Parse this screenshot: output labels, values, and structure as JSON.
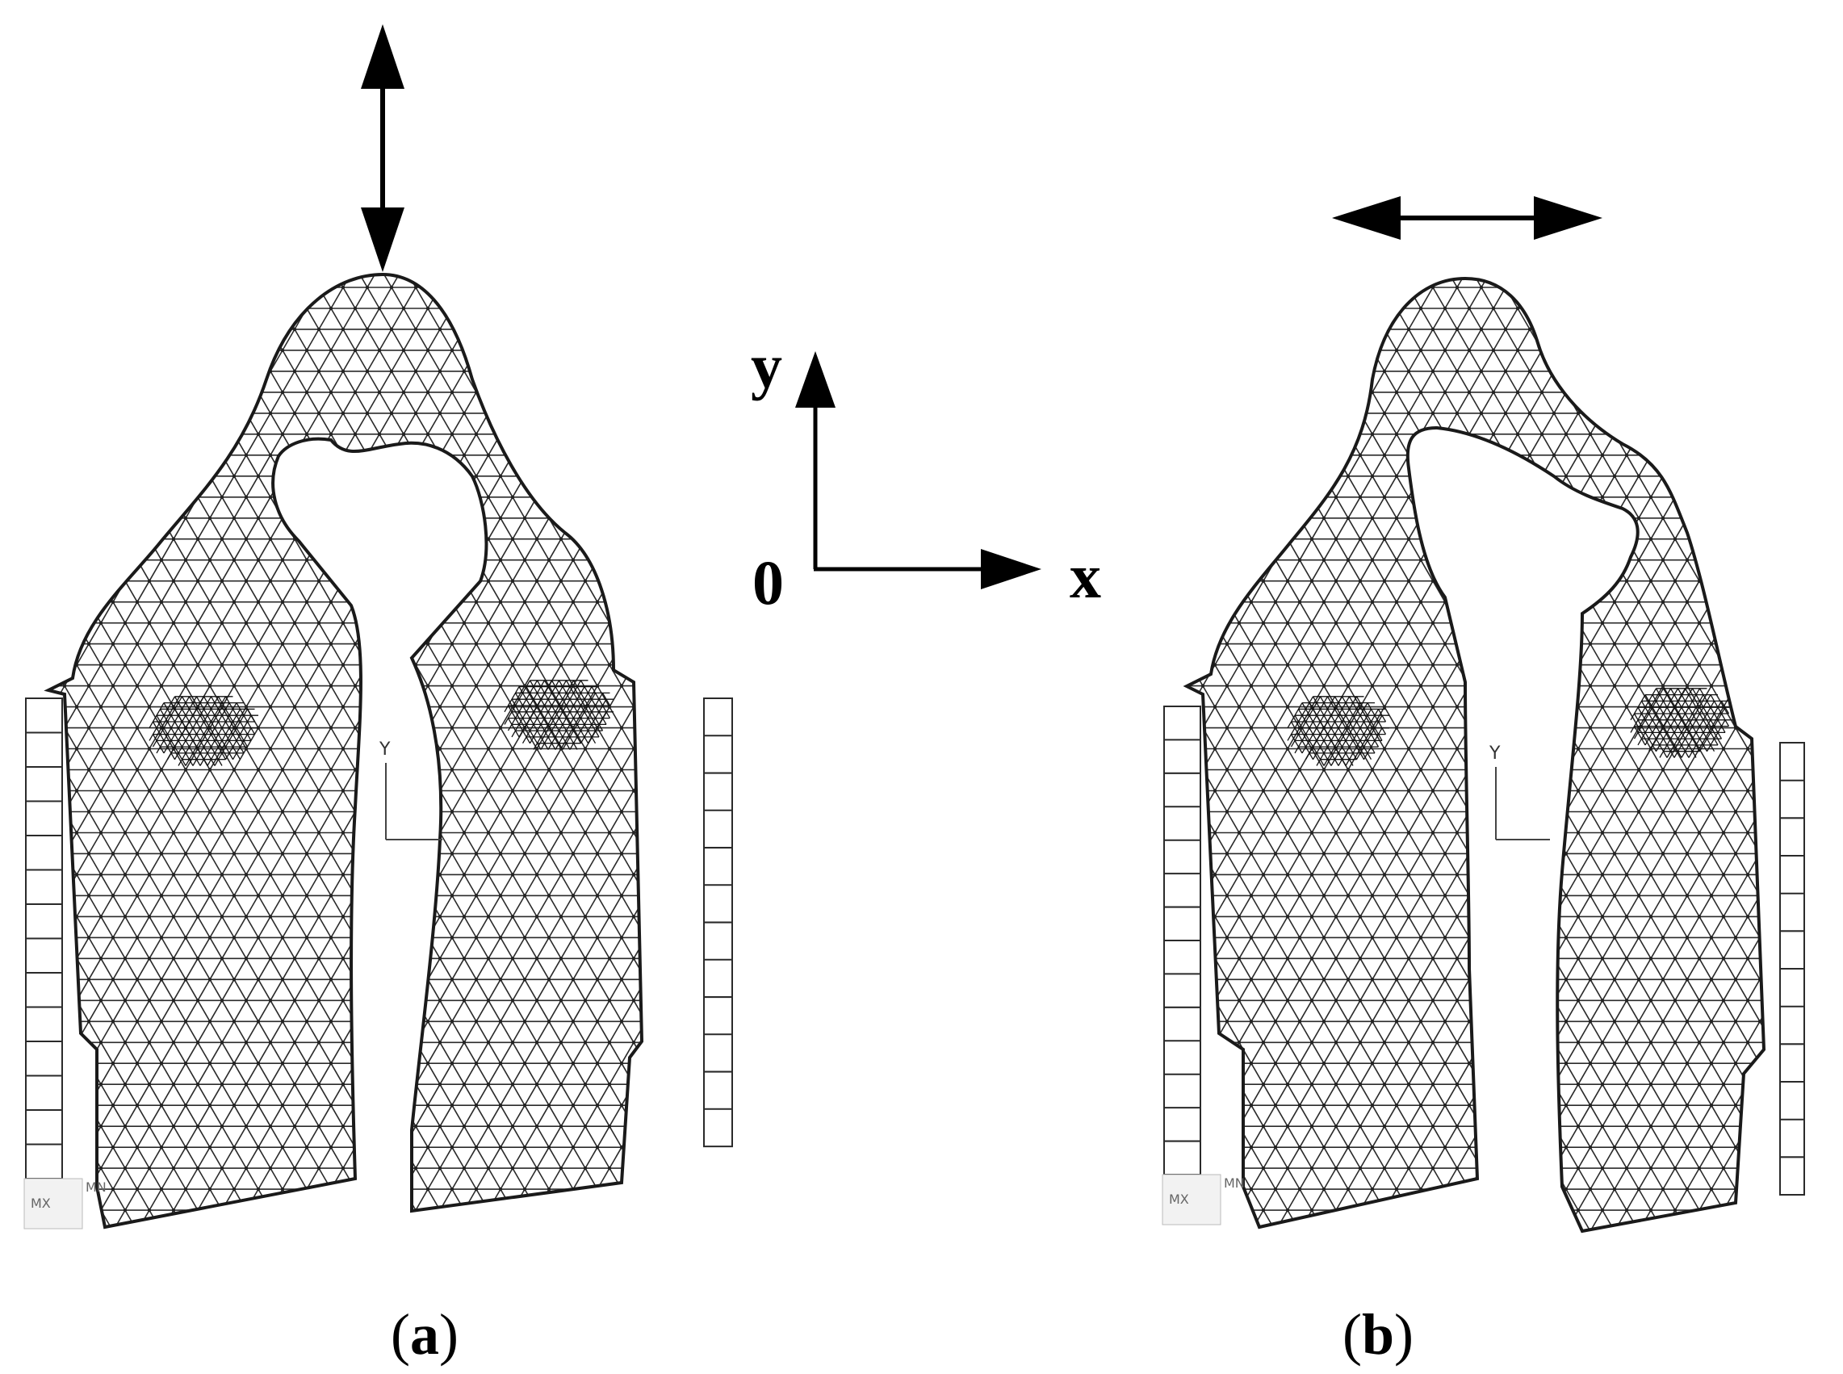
{
  "figure": {
    "panel_a": {
      "caption_open": "(",
      "caption_letter": "a",
      "caption_close": ")",
      "motion": "vertical"
    },
    "panel_b": {
      "caption_open": "(",
      "caption_letter": "b",
      "caption_close": ")",
      "motion": "horizontal"
    },
    "axes": {
      "y_label": "y",
      "x_label": "x",
      "origin_label": "0"
    },
    "ansys_triad_label": "Y",
    "corner_text_1": "MX",
    "corner_text_2": "MN"
  },
  "colors": {
    "mesh_line": "#2a2a2a",
    "arrow": "#000000",
    "background": "#ffffff"
  }
}
